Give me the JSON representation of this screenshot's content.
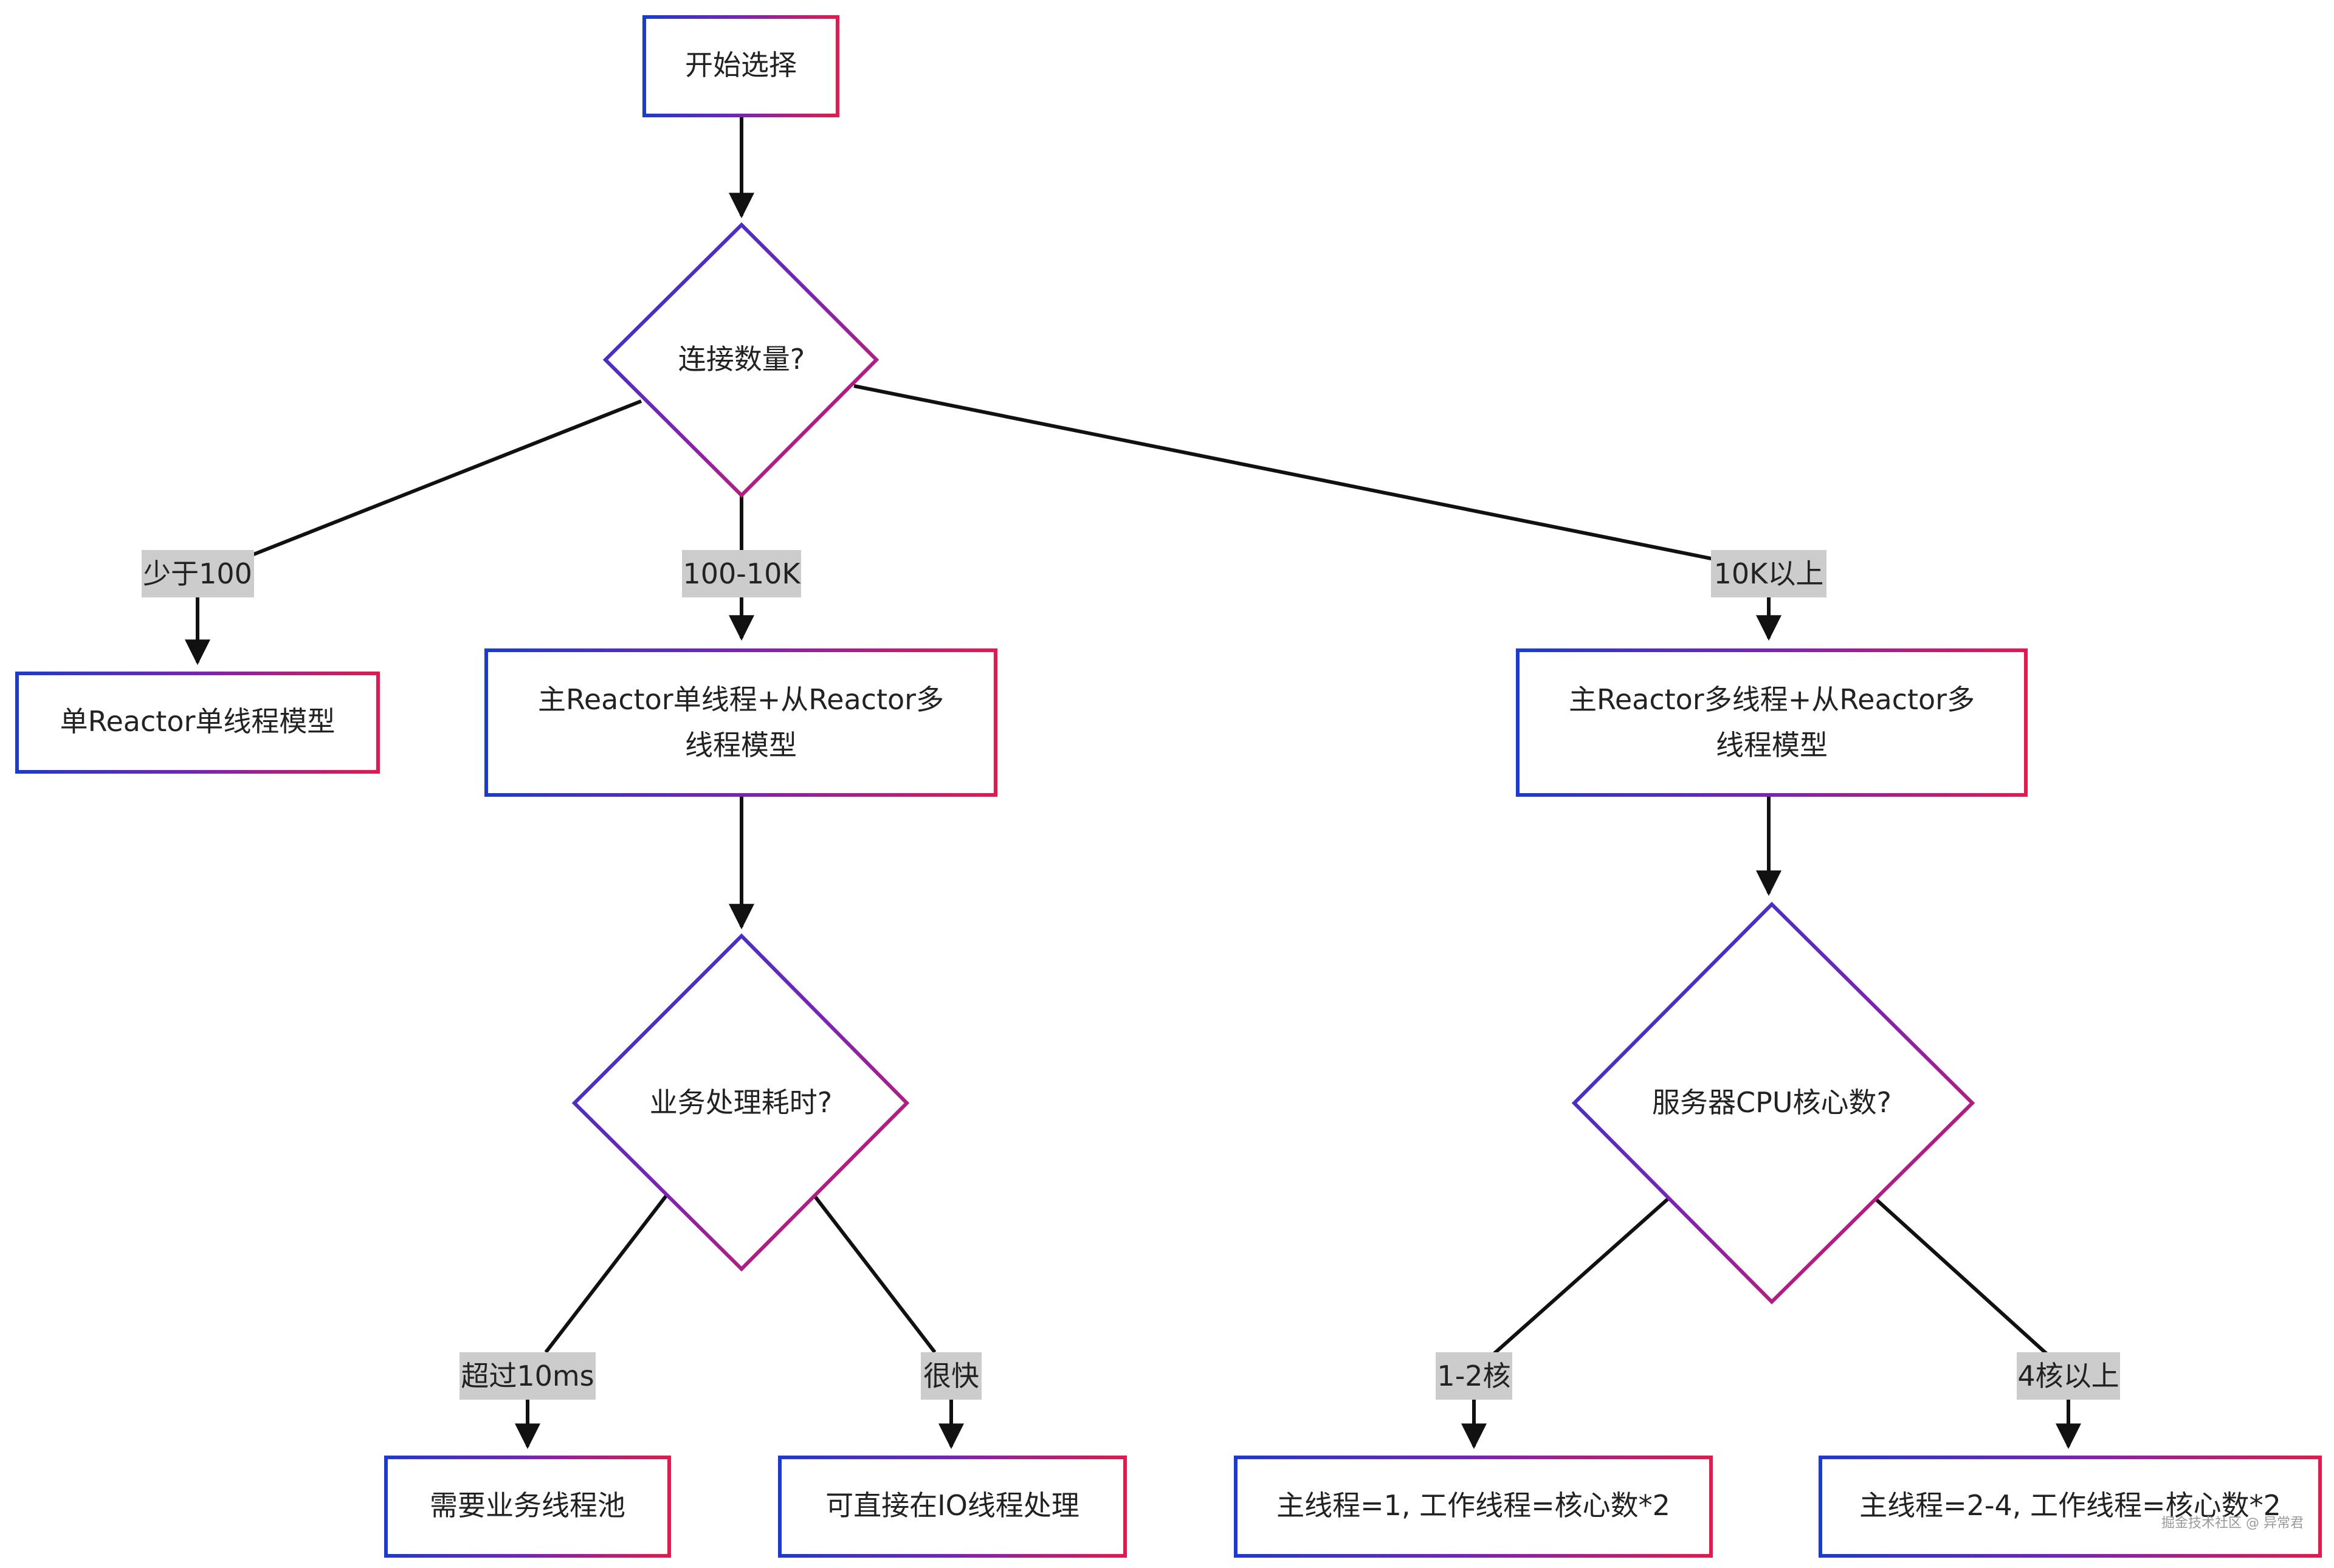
{
  "nodes": {
    "start": "开始选择",
    "conn_count": "连接数量?",
    "single_reactor": "单Reactor单线程模型",
    "main_single_l1": "主Reactor单线程+从Reactor多",
    "main_single_l2": "线程模型",
    "main_multi_l1": "主Reactor多线程+从Reactor多",
    "main_multi_l2": "线程模型",
    "biz_time": "业务处理耗时?",
    "cpu_cores": "服务器CPU核心数?",
    "need_pool": "需要业务线程池",
    "io_direct": "可直接在IO线程处理",
    "cores_1_2": "主线程=1, 工作线程=核心数*2",
    "cores_4": "主线程=2-4, 工作线程=核心数*2"
  },
  "edges": {
    "lt100": "少于100",
    "mid": "100-10K",
    "gt10k": "10K以上",
    "gt10ms": "超过10ms",
    "fast": "很快",
    "c12": "1-2核",
    "c4": "4核以上"
  },
  "watermark": "掘金技术社区 @ 异常君",
  "colors": {
    "border_start": "#1a3ad6",
    "border_end": "#e8174e",
    "line": "#111111",
    "label_bg": "#cccccc"
  }
}
